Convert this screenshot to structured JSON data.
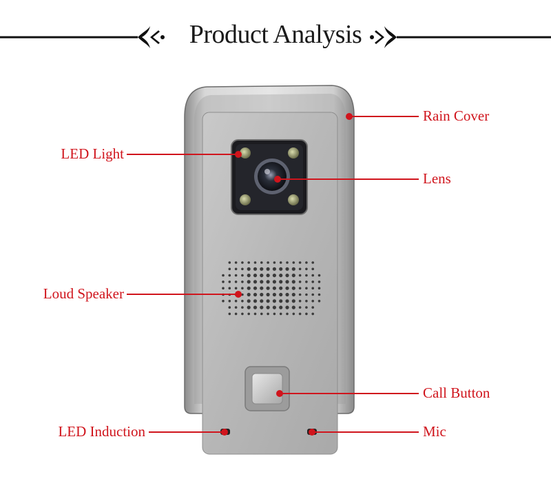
{
  "header": {
    "title": "Product Analysis"
  },
  "colors": {
    "accent": "#d0141c",
    "ink": "#111111"
  },
  "device": {
    "callouts": {
      "rain_cover": "Rain Cover",
      "led_light": "LED Light",
      "lens": "Lens",
      "loud_speaker": "Loud Speaker",
      "call_button": "Call Button",
      "led_induction": "LED Induction",
      "mic": "Mic"
    }
  }
}
